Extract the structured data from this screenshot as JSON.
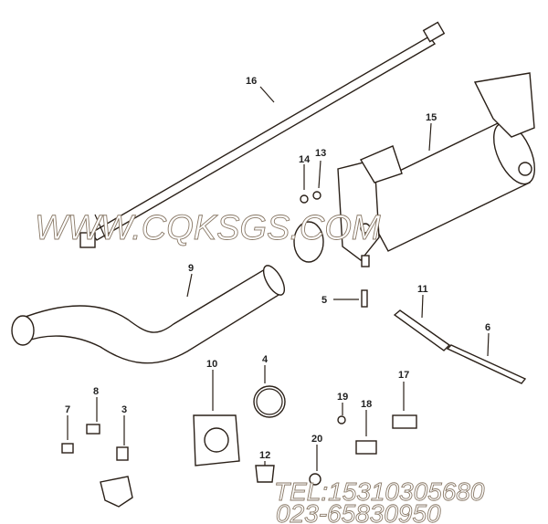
{
  "watermark": {
    "site": "WWW.CQKSGS.COM",
    "tel": "TEL:15310305680",
    "phone": "023-65830950"
  },
  "callouts": [
    "16",
    "15",
    "14",
    "13",
    "9",
    "5",
    "11",
    "6",
    "4",
    "10",
    "17",
    "7",
    "8",
    "3",
    "19",
    "18",
    "20",
    "12"
  ],
  "colors": {
    "line": "#2a2018",
    "watermark_outline": "#8a7a68"
  }
}
